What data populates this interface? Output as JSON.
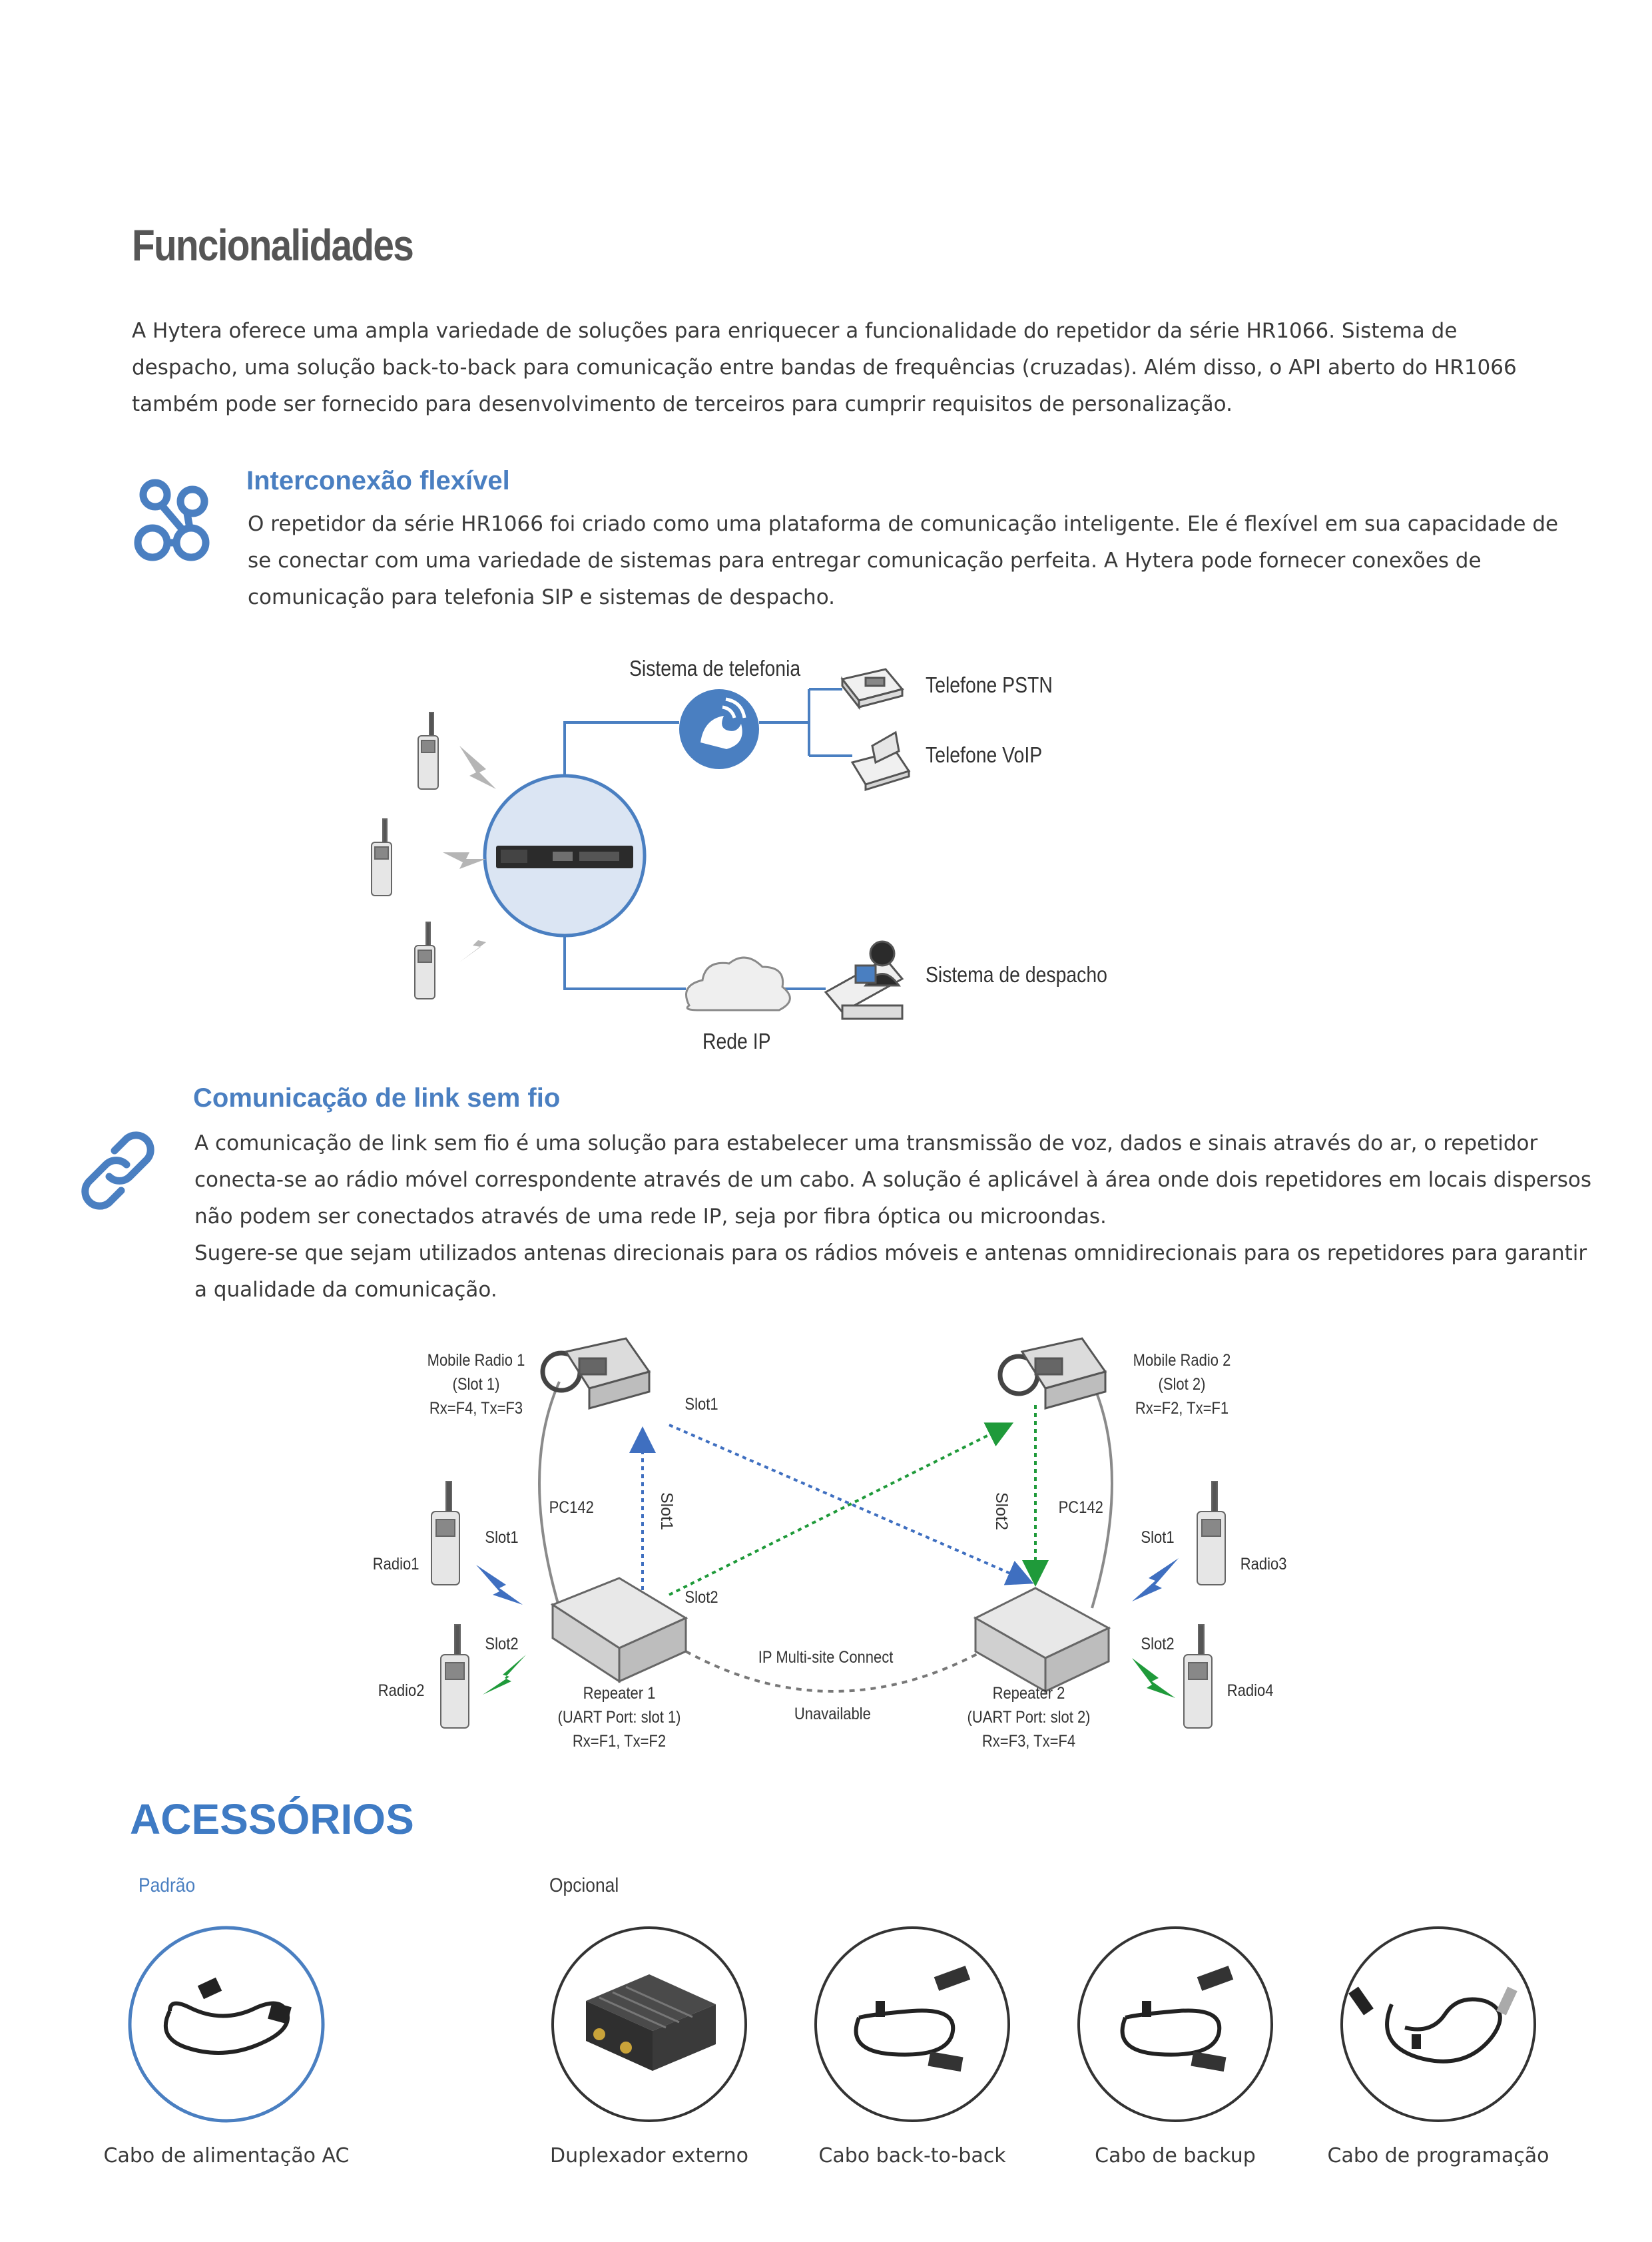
{
  "page": {
    "title": "Funcionalidades",
    "intro": [
      "A Hytera oferece uma ampla variedade de soluções para enriquecer a funcionalidade do repetidor da série HR1066. Sistema de",
      "despacho, uma solução back-to-back para comunicação entre bandas de frequências (cruzadas). Além disso, o API aberto do HR1066",
      "também pode ser fornecido para desenvolvimento de terceiros para cumprir requisitos de personalização."
    ]
  },
  "section1": {
    "heading": "Interconexão flexível",
    "icon": "network-nodes-icon",
    "lines": [
      "O repetidor da série HR1066 foi criado como uma plataforma de comunicação inteligente. Ele é flexível em sua capacidade de",
      "se conectar com uma variedade de sistemas para entregar comunicação perfeita. A Hytera pode fornecer conexões de",
      "comunicação para telefonia SIP e sistemas de despacho."
    ],
    "diagram": {
      "telephony": "Sistema de telefonia",
      "pstn": "Telefone PSTN",
      "voip": "Telefone VoIP",
      "dispatch": "Sistema de despacho",
      "ip_network": "Rede IP"
    }
  },
  "section2": {
    "heading": "Comunicação de link sem fio",
    "icon": "chain-link-icon",
    "lines": [
      "A comunicação de link sem fio é uma solução para estabelecer uma transmissão de voz, dados e sinais através do ar, o repetidor",
      "conecta-se ao rádio móvel correspondente através de um cabo. A solução é aplicável à área onde dois repetidores em locais dispersos",
      "não podem ser conectados através de uma rede IP, seja por fibra óptica ou microondas.",
      "Sugere-se que sejam utilizados antenas direcionais para os rádios móveis e antenas omnidirecionais para os repetidores para garantir",
      "a qualidade da comunicação."
    ],
    "diagram": {
      "mobile1": [
        "Mobile Radio 1",
        "(Slot 1)",
        "Rx=F4, Tx=F3"
      ],
      "mobile2": [
        "Mobile Radio 2",
        "(Slot 2)",
        "Rx=F2, Tx=F1"
      ],
      "repeater1": [
        "Repeater 1",
        "(UART Port: slot 1)",
        "Rx=F1, Tx=F2"
      ],
      "repeater2": [
        "Repeater 2",
        "(UART Port: slot 2)",
        "Rx=F3, Tx=F4"
      ],
      "pc142_left": "PC142",
      "pc142_right": "PC142",
      "slot1_top": "Slot1",
      "slot1_vert": "Slot1",
      "slot2_vert": "Slot2",
      "slot2_mid": "Slot2",
      "radio1": "Radio1",
      "radio2": "Radio2",
      "radio3": "Radio3",
      "radio4": "Radio4",
      "r1_slot": "Slot1",
      "r2_slot": "Slot2",
      "r3_slot": "Slot1",
      "r4_slot": "Slot2",
      "ip_connect": "IP  Multi-site Connect",
      "unavailable": "Unavailable"
    }
  },
  "accessories": {
    "heading": "ACESSÓRIOS",
    "standard_label": "Padrão",
    "optional_label": "Opcional",
    "items": [
      {
        "label": "Cabo de alimentação AC"
      },
      {
        "label": "Duplexador externo"
      },
      {
        "label": "Cabo back-to-back"
      },
      {
        "label": "Cabo de backup"
      },
      {
        "label": "Cabo de programação"
      }
    ]
  },
  "colors": {
    "accent_blue": "#4a7fc1",
    "arrow_blue": "#3f6fc0",
    "arrow_green": "#1f9a3a",
    "text": "#3a3a3a"
  }
}
